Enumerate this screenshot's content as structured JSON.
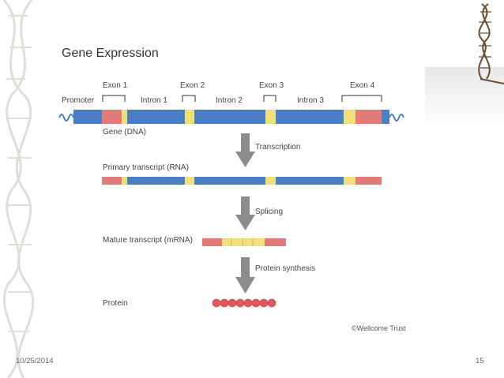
{
  "slide": {
    "title": "Gene Expression",
    "date": "10/25/2014",
    "page_number": "15",
    "credit": "©Wellcome Trust"
  },
  "dna": {
    "promoter_label": "Promoter",
    "gene_label": "Gene (DNA)",
    "exons": [
      "Exon 1",
      "Exon 2",
      "Exon 3",
      "Exon 4"
    ],
    "introns": [
      "Intron 1",
      "Intron 2",
      "Intron 3"
    ]
  },
  "steps": {
    "transcription": "Transcription",
    "splicing": "Splicing",
    "protein_synthesis": "Protein synthesis"
  },
  "products": {
    "primary": "Primary transcript (RNA)",
    "mature": "Mature transcript (mRNA)",
    "protein": "Protein"
  },
  "colors": {
    "dna_blue": "#4a7fc6",
    "exon_red": "#e37c78",
    "exon_yellow": "#efe07a",
    "arrow_gray": "#8c8c8c",
    "protein_bead": "#e2575a"
  }
}
